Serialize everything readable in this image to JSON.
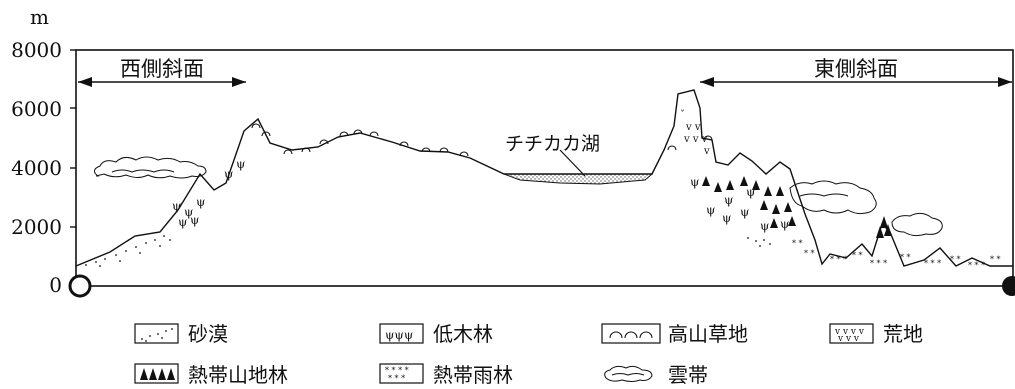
{
  "diagram": {
    "unit_label": "m",
    "y_ticks": [
      "8000",
      "6000",
      "4000",
      "2000",
      "0"
    ],
    "west_slope_label": "西側斜面",
    "east_slope_label": "東側斜面",
    "lake_label": "チチカカ湖"
  },
  "legend": [
    {
      "key": "desert",
      "label": "砂漠",
      "symbol": "dots"
    },
    {
      "key": "shrub",
      "label": "低木林",
      "symbol": "psi"
    },
    {
      "key": "grass",
      "label": "高山草地",
      "symbol": "arcs"
    },
    {
      "key": "waste",
      "label": "荒地",
      "symbol": "vees"
    },
    {
      "key": "montane",
      "label": "熱帯山地林",
      "symbol": "triangles"
    },
    {
      "key": "rain",
      "label": "熱帯雨林",
      "symbol": "stars"
    },
    {
      "key": "cloud",
      "label": "雲帯",
      "symbol": "cloud"
    }
  ]
}
